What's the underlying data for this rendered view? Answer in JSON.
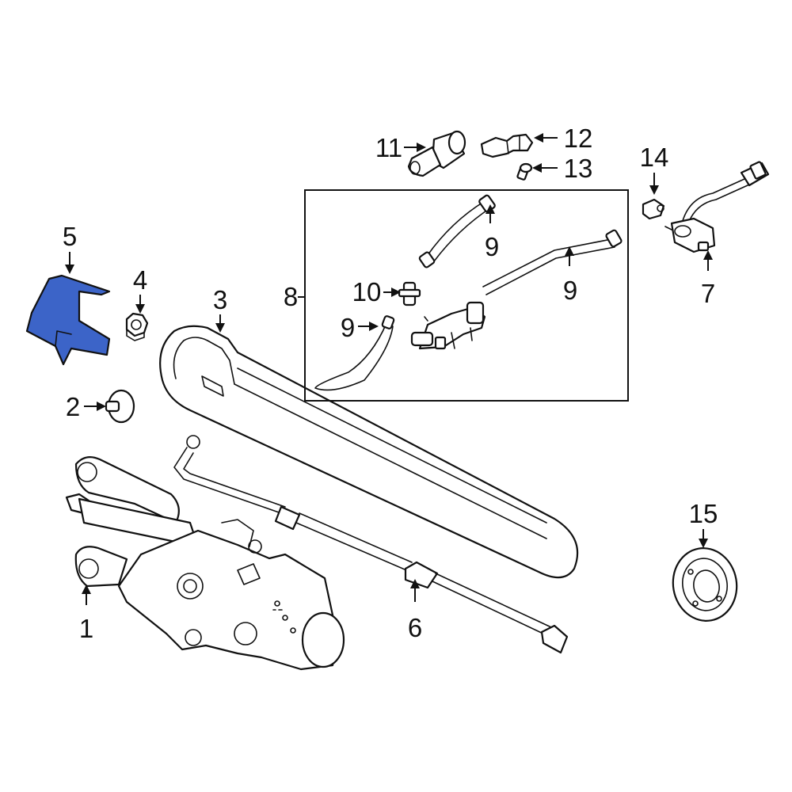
{
  "labels": {
    "p1": "1",
    "p2": "2",
    "p3": "3",
    "p4": "4",
    "p5": "5",
    "p6": "6",
    "p7": "7",
    "p8": "8",
    "p9a": "9",
    "p9b": "9",
    "p9c": "9",
    "p10": "10",
    "p11": "11",
    "p12": "12",
    "p13": "13",
    "p14": "14",
    "p15": "15"
  },
  "colors": {
    "highlight": "#3c64c8",
    "line": "#111111",
    "background": "#ffffff"
  }
}
